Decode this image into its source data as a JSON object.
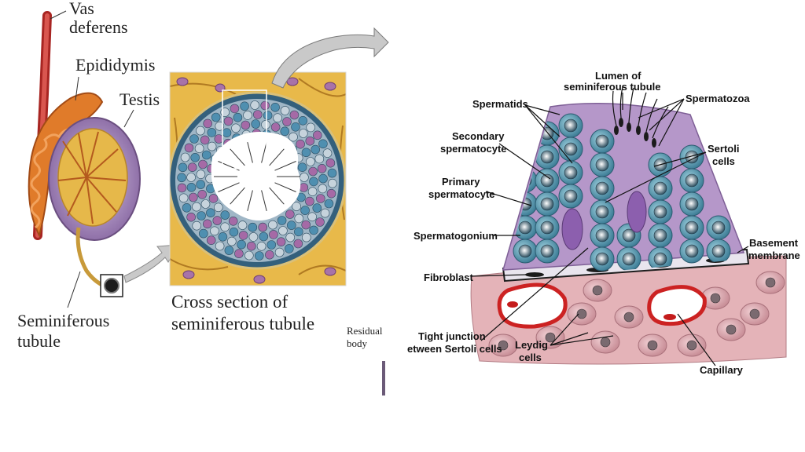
{
  "left_figure": {
    "labels": {
      "vas_deferens_1": "Vas",
      "vas_deferens_2": "deferens",
      "epididymis": "Epididymis",
      "testis": "Testis",
      "seminiferous_1": "Seminiferous",
      "seminiferous_2": "tubule"
    }
  },
  "middle_figure": {
    "caption_1": "Cross section of",
    "caption_2": "seminiferous tubule",
    "clipped_1": "Residual",
    "clipped_2": "body"
  },
  "right_figure": {
    "labels": {
      "lumen_1": "Lumen of",
      "lumen_2": "seminiferous tubule",
      "spermatids": "Spermatids",
      "spermatozoa": "Spermatozoa",
      "secondary_1": "Secondary",
      "secondary_2": "spermatocyte",
      "sertoli_1": "Sertoli",
      "sertoli_2": "cells",
      "primary_1": "Primary",
      "primary_2": "spermatocyte",
      "spermatogonium": "Spermatogonium",
      "basement_1": "Basement",
      "basement_2": "membrane",
      "fibroblast": "Fibroblast",
      "tight_1": "Tight junction",
      "tight_2": "etween Sertoli cells",
      "leydig_1": "Leydig",
      "leydig_2": "cells",
      "capillary": "Capillary"
    }
  },
  "colors": {
    "vas": "#c8322e",
    "epididymis": "#e07b2a",
    "testis_outer": "#9b7fb0",
    "testis_inner": "#e6b84a",
    "interstitial": "#e8b94a",
    "spermatogonia": "#4f8fa8",
    "sertoli": "#b597c9",
    "connective": "#e4b3b8",
    "capillary": "#cc2222",
    "arrow": "#c9c9c9"
  }
}
